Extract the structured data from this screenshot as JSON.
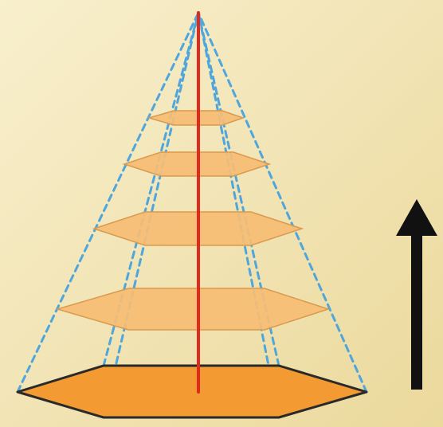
{
  "diagram": {
    "description_visible_text": "",
    "colors": {
      "background_light": "#f7edc8",
      "background_dark": "#e9d89a",
      "base_fill": "#f39a33",
      "base_stroke": "#2a2a2a",
      "section_fill": "#f6bd74",
      "section_stroke": "#d99a4e",
      "edge_dashed": "#4fa6dc",
      "axis": "#e02a1e",
      "arrow": "#111111"
    },
    "levels": [
      {
        "name": "base",
        "fill_key": "base_fill"
      },
      {
        "name": "section-1",
        "fill_key": "section_fill"
      },
      {
        "name": "section-2",
        "fill_key": "section_fill"
      },
      {
        "name": "section-3",
        "fill_key": "section_fill"
      },
      {
        "name": "section-4",
        "fill_key": "section_fill"
      }
    ],
    "lateral_edge_count": 6,
    "arrow_direction": "up"
  }
}
